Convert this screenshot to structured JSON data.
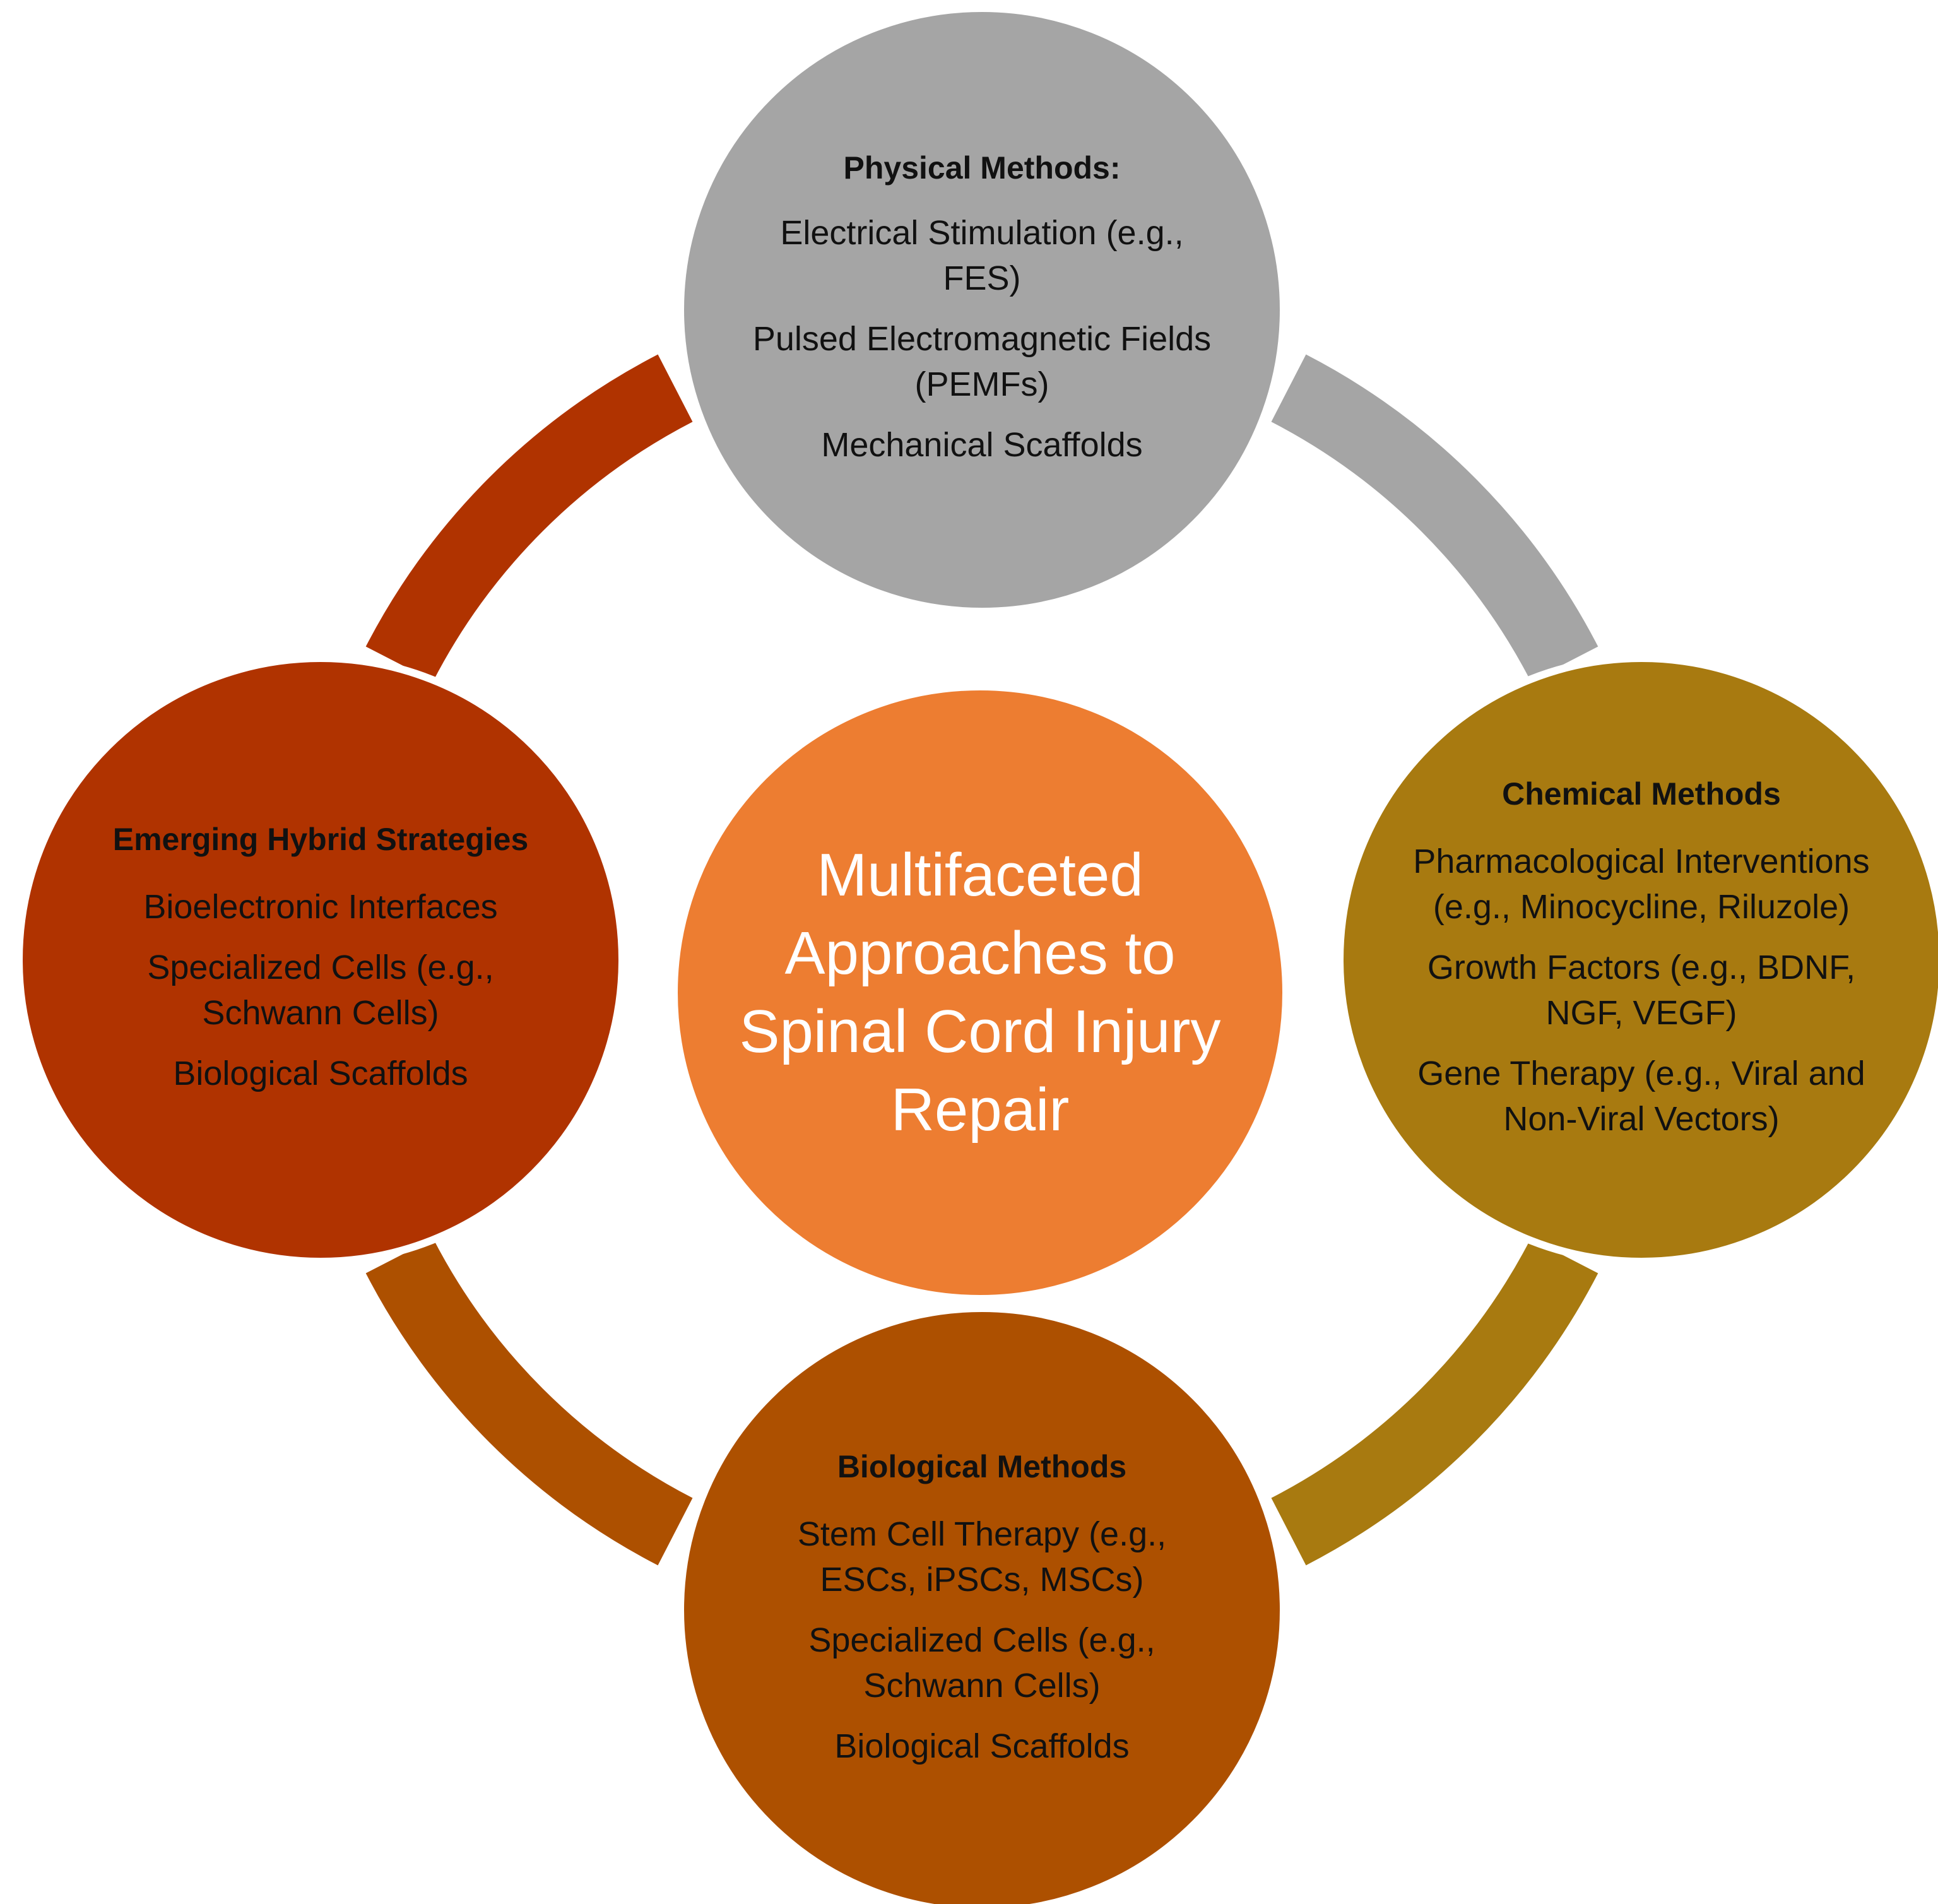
{
  "colors": {
    "center": "#ED7D31",
    "physical": "#A5A5A5",
    "chemical": "#A87A10",
    "biological": "#AD5000",
    "hybrid": "#B03300",
    "ring_physical_chemical": "#A5A5A5",
    "ring_chemical_biological": "#A87A10",
    "ring_biological_hybrid": "#AD5000",
    "ring_hybrid_physical": "#B03300",
    "text_dark": "#111111",
    "text_light": "#FFFFFF"
  },
  "center": {
    "title": "Multifaceted Approaches to Spinal Cord Injury Repair"
  },
  "nodes": {
    "physical": {
      "title": "Physical Methods:",
      "items": [
        "Electrical Stimulation (e.g., FES)",
        "Pulsed Electromagnetic Fields (PEMFs)",
        "Mechanical Scaffolds"
      ]
    },
    "chemical": {
      "title": "Chemical Methods",
      "items": [
        "Pharmacological Interventions (e.g., Minocycline, Riluzole)",
        "Growth Factors (e.g., BDNF, NGF, VEGF)",
        "Gene Therapy (e.g., Viral and Non-Viral Vectors)"
      ]
    },
    "biological": {
      "title": "Biological Methods",
      "items": [
        "Stem Cell Therapy (e.g., ESCs, iPSCs, MSCs)",
        "Specialized Cells (e.g., Schwann Cells)",
        "Biological Scaffolds"
      ]
    },
    "hybrid": {
      "title": "Emerging Hybrid Strategies",
      "items": [
        "Bioelectronic Interfaces",
        "Specialized Cells (e.g., Schwann Cells)",
        "Biological Scaffolds"
      ]
    }
  }
}
